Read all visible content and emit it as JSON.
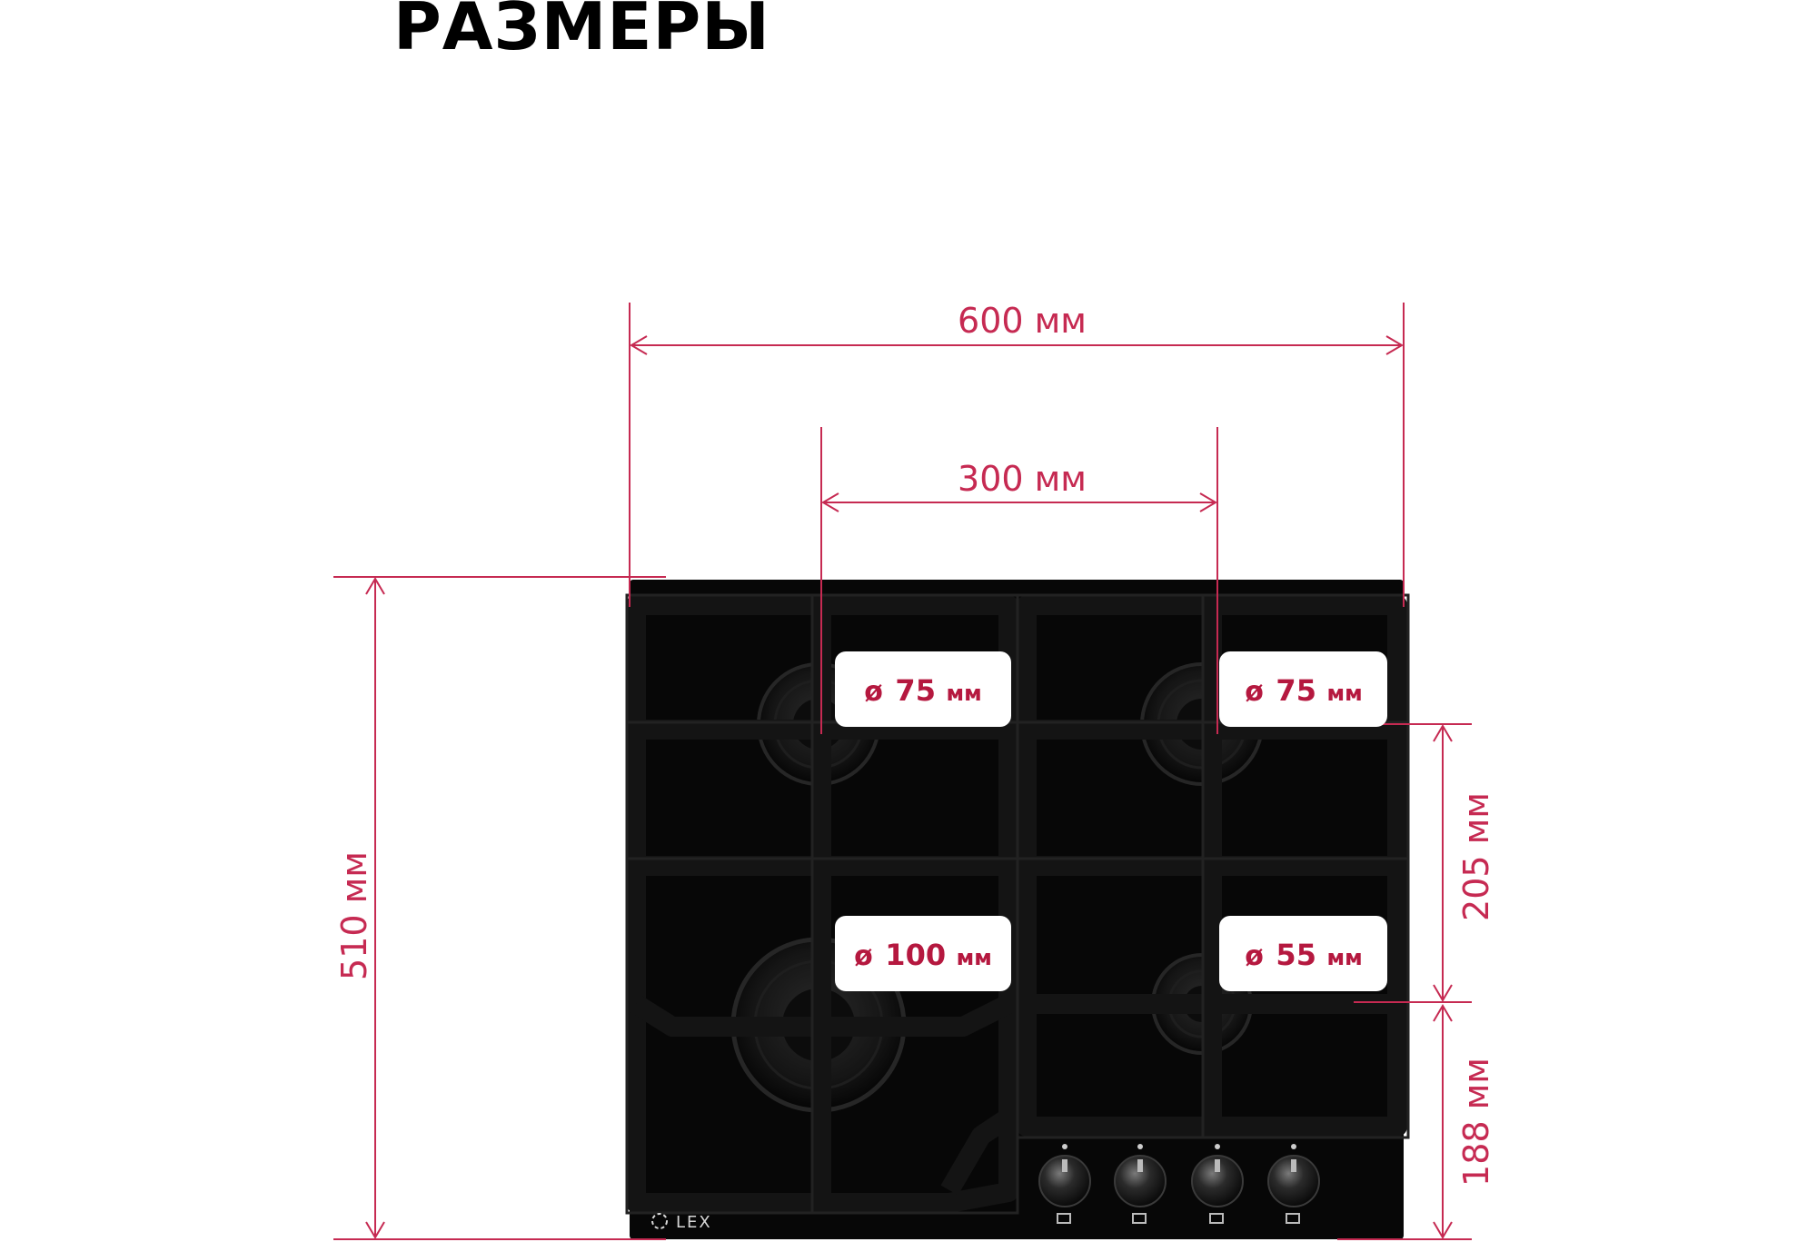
{
  "title": "РАЗМЕРЫ",
  "colors": {
    "accent": "#c62a52",
    "hob": "#080808",
    "grate": "#131313"
  },
  "dimensions": {
    "width": "600 мм",
    "burner_spacing": "300 мм",
    "depth": "510 мм",
    "right_upper": "205 мм",
    "right_lower": "188 мм"
  },
  "burners": [
    {
      "symbol": "ø",
      "value": "75",
      "unit": "мм"
    },
    {
      "symbol": "ø",
      "value": "75",
      "unit": "мм"
    },
    {
      "symbol": "ø",
      "value": "100",
      "unit": "мм"
    },
    {
      "symbol": "ø",
      "value": "55",
      "unit": "мм"
    }
  ],
  "brand": "LEX"
}
